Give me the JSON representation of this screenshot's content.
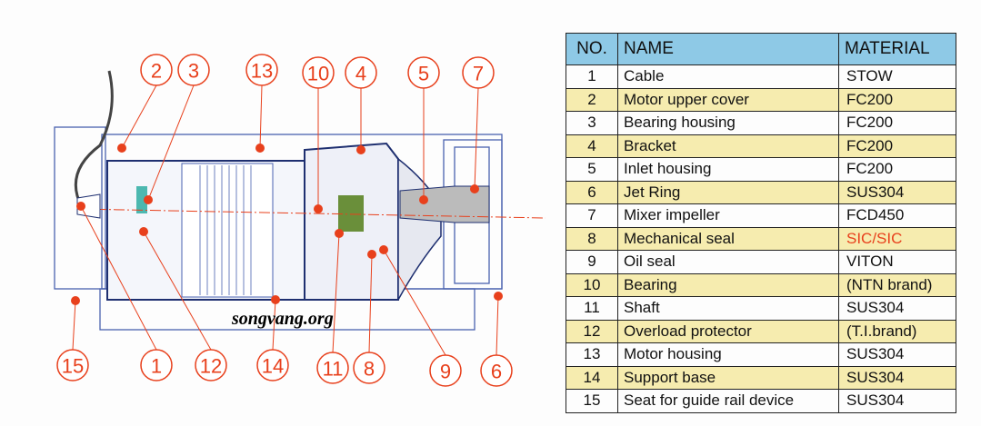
{
  "watermark": "songvang.org",
  "callouts": [
    "1",
    "2",
    "3",
    "4",
    "5",
    "6",
    "7",
    "8",
    "9",
    "10",
    "11",
    "12",
    "13",
    "14",
    "15"
  ],
  "table": {
    "headers": {
      "no": "NO.",
      "name": "NAME",
      "material": "MATERIAL"
    },
    "rows": [
      {
        "no": "1",
        "name": "Cable",
        "material": "STOW"
      },
      {
        "no": "2",
        "name": "Motor upper cover",
        "material": "FC200"
      },
      {
        "no": "3",
        "name": "Bearing housing",
        "material": "FC200"
      },
      {
        "no": "4",
        "name": "Bracket",
        "material": "FC200"
      },
      {
        "no": "5",
        "name": "Inlet housing",
        "material": "FC200"
      },
      {
        "no": "6",
        "name": "Jet Ring",
        "material": "SUS304"
      },
      {
        "no": "7",
        "name": "Mixer impeller",
        "material": "FCD450"
      },
      {
        "no": "8",
        "name": "Mechanical seal",
        "material": "SIC/SIC"
      },
      {
        "no": "9",
        "name": "Oil seal",
        "material": "VITON"
      },
      {
        "no": "10",
        "name": "Bearing",
        "material": "(NTN brand)"
      },
      {
        "no": "11",
        "name": "Shaft",
        "material": "SUS304"
      },
      {
        "no": "12",
        "name": "Overload protector",
        "material": "(T.I.brand)"
      },
      {
        "no": "13",
        "name": "Motor housing",
        "material": "SUS304"
      },
      {
        "no": "14",
        "name": "Support base",
        "material": "SUS304"
      },
      {
        "no": "15",
        "name": "Seat for guide rail device",
        "material": "SUS304"
      }
    ]
  },
  "colors": {
    "callout": "#e8401c",
    "outline": "#3a55a8",
    "header": "#8ec9e6",
    "alt_row": "#f6ecaf"
  }
}
